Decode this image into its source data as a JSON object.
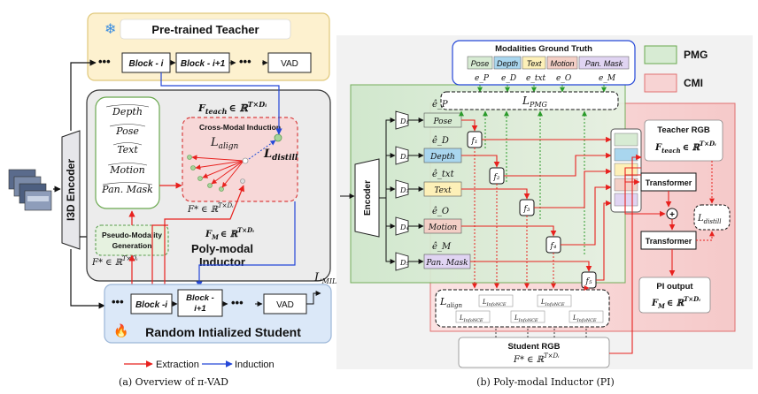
{
  "panel_a": {
    "teacher_title": "Pre-trained Teacher",
    "teacher_block_i": "Block - i",
    "teacher_block_i1": "Block - i+1",
    "vad": "VAD",
    "encoder": "I3D Encoder",
    "modalities": [
      "Depth",
      "Pose",
      "Text",
      "Motion",
      "Pan. Mask"
    ],
    "cross_modal_title": "Cross-Modal Induction",
    "l_align": "L",
    "l_align_sub": "align",
    "l_distill": "L",
    "l_distill_sub": "distill",
    "f_teach": "F",
    "f_teach_sub": "teach",
    "f_teach_set": "∈ ℝ",
    "f_teach_sup": "T×Dᵢ",
    "f_star": "F* ∈ ℝ",
    "f_star_sup": "T×Dᵢ",
    "f_m_star": "F",
    "f_m_star_sub": "M",
    "f_m_star_set": "∈ ℝ",
    "pseudo_line1": "Pseudo-Modality",
    "pseudo_line2": "Generation",
    "poly_line1": "Poly-modal",
    "poly_line2": "Inductor",
    "l_mil": "L",
    "l_mil_sub": "MIL",
    "student_block_i": "Block -i",
    "student_block_i1_a": "Block -",
    "student_block_i1_b": "i+1",
    "student_title": "Random Intialized Student",
    "legend_extraction": "Extraction",
    "legend_induction": "Induction",
    "caption": "(a) Overview of π-VAD"
  },
  "panel_b": {
    "gt_title": "Modalities Ground Truth",
    "gt_items": [
      "Pose",
      "Depth",
      "Text",
      "Motion",
      "Pan. Mask"
    ],
    "gt_symbols": [
      "e_P",
      "e_D",
      "e_txt",
      "e_O",
      "e_M"
    ],
    "l_pmg": "L",
    "l_pmg_sub": "PMG",
    "legend_pmg": "PMG",
    "legend_cmi": "CMI",
    "encoder": "Encoder",
    "decoders": [
      "D₁",
      "D₂",
      "D₃",
      "D₄",
      "D₅"
    ],
    "pred_symbols": [
      "ê_P",
      "ê_D",
      "ê_txt",
      "ê_O",
      "ê_M"
    ],
    "pred_labels": [
      "Pose",
      "Depth",
      "Text",
      "Motion",
      "Pan. Mask"
    ],
    "funcs": [
      "f₁",
      "f₂",
      "f₃",
      "f₄",
      "f₅"
    ],
    "teacher_rgb": "Teacher RGB",
    "f_teach": "F",
    "f_teach_sub": "teach",
    "f_teach_set": "∈ ℝ",
    "transformer": "Transformer",
    "l_distill": "L",
    "l_distill_sub": "distill",
    "pi_output": "PI output",
    "pi_f": "F",
    "pi_f_sub": "M",
    "pi_set": "∈ ℝ",
    "l_align": "L",
    "l_align_sub": "align",
    "infonce": "L",
    "infonce_sub": "InfoNCE",
    "student_rgb": "Student RGB",
    "f_star": "F* ∈ ℝ",
    "caption": "(b) Poly-modal Inductor (PI)"
  },
  "colors": {
    "teacher_bg": "#fdf1cf",
    "student_bg": "#dbe8f8",
    "pmg_bg": "#d7ebd3",
    "cmi_bg": "#f7d3d3",
    "extraction": "#e8211e",
    "induction": "#2447d8",
    "accent_blue": "#1f4fd6"
  }
}
